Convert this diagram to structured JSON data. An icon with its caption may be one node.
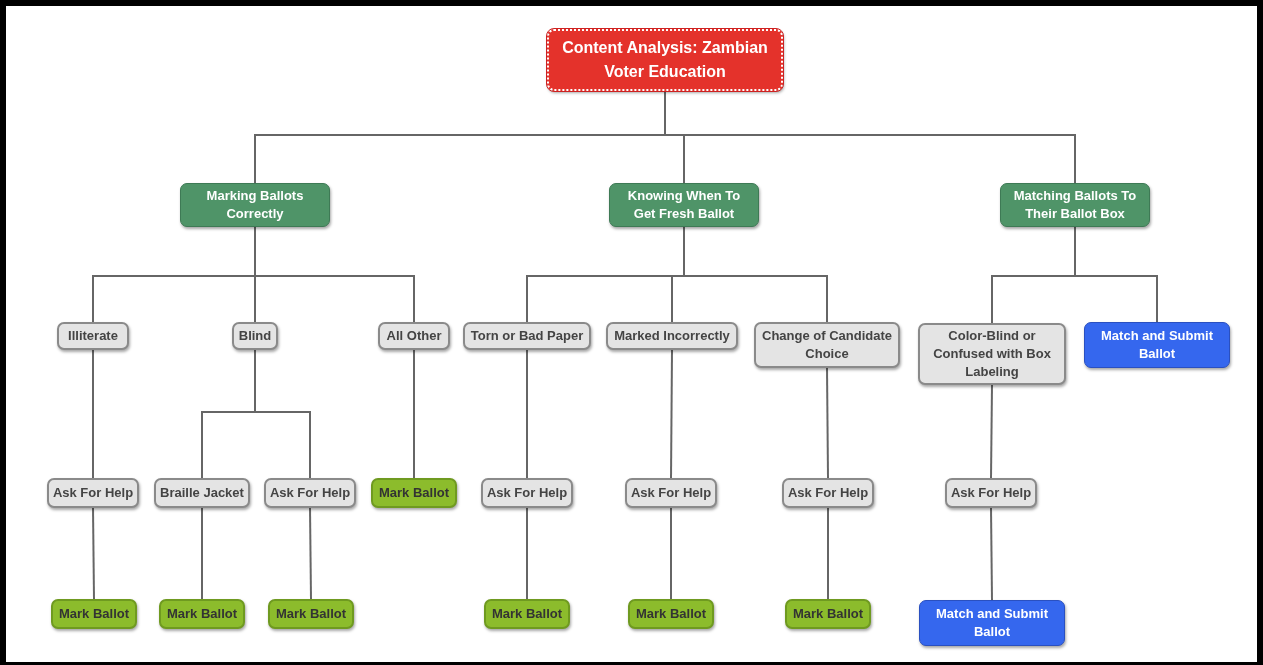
{
  "diagram": {
    "nodes": [
      {
        "text": [
          "Content Analysis: Zambian Voter Education"
        ]
      },
      {
        "text": [
          "Marking Ballots Correctly"
        ]
      },
      {
        "text": [
          "Knowing When To Get Fresh Ballot"
        ]
      },
      {
        "text": [
          "Matching Ballots To Their Ballot Box"
        ]
      },
      {
        "text": [
          "Illiterate"
        ]
      },
      {
        "text": [
          "Blind"
        ]
      },
      {
        "text": [
          "All Other"
        ]
      },
      {
        "text": [
          "Torn or Bad Paper"
        ]
      },
      {
        "text": [
          "Marked Incorrectly"
        ]
      },
      {
        "text": [
          "Change of Candidate Choice"
        ]
      },
      {
        "text": [
          "Color-Blind or Confused with Box Labeling"
        ]
      },
      {
        "text": [
          "Match and Submit Ballot"
        ]
      },
      {
        "text": [
          "Ask For Help"
        ]
      },
      {
        "text": [
          "Braille Jacket"
        ]
      },
      {
        "text": [
          "Ask For Help"
        ]
      },
      {
        "text": [
          "Mark Ballot"
        ]
      },
      {
        "text": [
          "Ask For Help"
        ]
      },
      {
        "text": [
          "Ask For Help"
        ]
      },
      {
        "text": [
          "Ask For Help"
        ]
      },
      {
        "text": [
          "Ask For Help"
        ]
      },
      {
        "text": [
          "Mark Ballot"
        ]
      },
      {
        "text": [
          "Mark Ballot"
        ]
      },
      {
        "text": [
          "Mark Ballot"
        ]
      },
      {
        "text": [
          "Mark Ballot"
        ]
      },
      {
        "text": [
          "Mark Ballot"
        ]
      },
      {
        "text": [
          "Mark Ballot"
        ]
      },
      {
        "text": [
          "Match and Submit Ballot"
        ]
      }
    ],
    "edges": [
      {
        "from": 0,
        "to": 1,
        "arrow": "none"
      },
      {
        "from": 0,
        "to": 2,
        "arrow": "none"
      },
      {
        "from": 0,
        "to": 3,
        "arrow": "none"
      },
      {
        "from": 1,
        "to": 4,
        "arrow": "none"
      },
      {
        "from": 1,
        "to": 5,
        "arrow": "none"
      },
      {
        "from": 1,
        "to": 6,
        "arrow": "none"
      },
      {
        "from": 2,
        "to": 7,
        "arrow": "none"
      },
      {
        "from": 2,
        "to": 8,
        "arrow": "none"
      },
      {
        "from": 2,
        "to": 9,
        "arrow": "none"
      },
      {
        "from": 3,
        "to": 10,
        "arrow": "none"
      },
      {
        "from": 3,
        "to": 11,
        "arrow": "none"
      },
      {
        "from": 4,
        "to": 12,
        "arrow": "none"
      },
      {
        "from": 5,
        "to": 13,
        "arrow": "none"
      },
      {
        "from": 5,
        "to": 14,
        "arrow": "none"
      },
      {
        "from": 6,
        "to": 15,
        "arrow": "none"
      },
      {
        "from": 7,
        "to": 16,
        "arrow": "none"
      },
      {
        "from": 8,
        "to": 17,
        "arrow": "none"
      },
      {
        "from": 9,
        "to": 18,
        "arrow": "none"
      },
      {
        "from": 10,
        "to": 19,
        "arrow": "none"
      },
      {
        "from": 12,
        "to": 20,
        "arrow": "none"
      },
      {
        "from": 13,
        "to": 21,
        "arrow": "none"
      },
      {
        "from": 14,
        "to": 22,
        "arrow": "none"
      },
      {
        "from": 16,
        "to": 23,
        "arrow": "none"
      },
      {
        "from": 17,
        "to": 24,
        "arrow": "none"
      },
      {
        "from": 18,
        "to": 25,
        "arrow": "none"
      },
      {
        "from": 19,
        "to": 26,
        "arrow": "none"
      }
    ]
  }
}
